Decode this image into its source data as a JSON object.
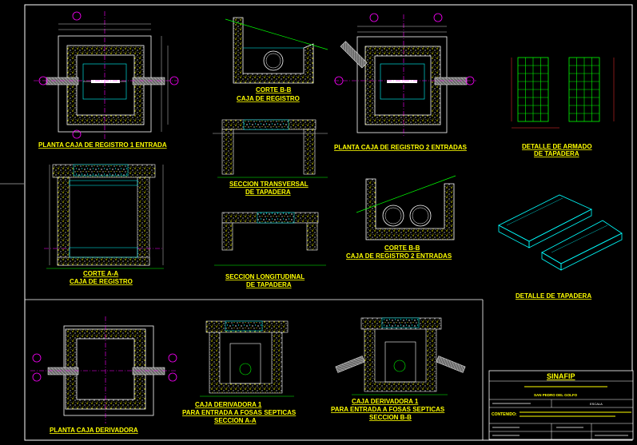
{
  "colors": {
    "background": "#000000",
    "title_text": "#ffff00",
    "wall": "#ffffff",
    "concrete_fill": "#ffff00",
    "rebar": "#00ff00",
    "magenta": "#ff00ff",
    "cyan": "#00ffff",
    "red": "#ff3030",
    "green_line": "#00ff00"
  },
  "views": {
    "planta_registro_1": "PLANTA CAJA DE REGISTRO 1 ENTRADA",
    "corte_bb_line1": "CORTE B-B",
    "corte_bb_line2": "CAJA DE REGISTRO",
    "planta_registro_2": "PLANTA CAJA DE REGISTRO 2 ENTRADAS",
    "detalle_armado_line1": "DETALLE DE ARMADO",
    "detalle_armado_line2": "DE TAPADERA",
    "seccion_transversal_line1": "SECCION TRANSVERSAL",
    "seccion_transversal_line2": "DE TAPADERA",
    "corte_aa_line1": "CORTE A-A",
    "corte_aa_line2": "CAJA DE REGISTRO",
    "seccion_longitudinal_line1": "SECCION LONGITUDINAL",
    "seccion_longitudinal_line2": "DE TAPADERA",
    "corte_bb2_line1": "CORTE B-B",
    "corte_bb2_line2": "CAJA DE REGISTRO 2 ENTRADAS",
    "detalle_tapadera": "DETALLE DE TAPADERA",
    "planta_derivadora": "PLANTA CAJA DERIVADORA",
    "derivadora_a_line1": "CAJA DERIVADORA 1",
    "derivadora_a_line2": "PARA ENTRADA A FOSAS SEPTICAS",
    "derivadora_a_line3": "SECCION A-A",
    "derivadora_b_line1": "CAJA DERIVADORA 1",
    "derivadora_b_line2": "PARA ENTRADA A FOSAS SEPTICAS",
    "derivadora_b_line3": "SECCION B-B"
  },
  "title_block": {
    "org": "SINAFIP",
    "municipality": "SAN PEDRO DEL GOLFO",
    "contents_label": "CONTENIDO:",
    "sheet_label": "ESCALA"
  }
}
